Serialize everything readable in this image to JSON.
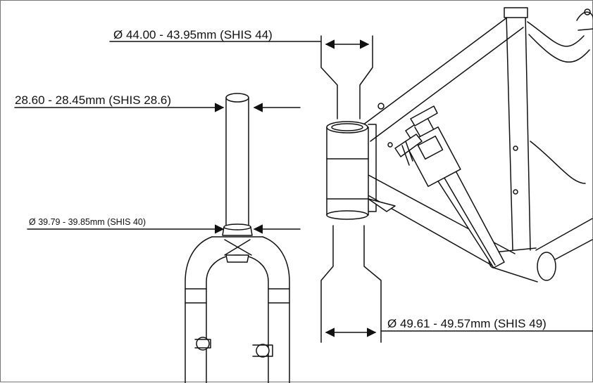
{
  "colors": {
    "stroke": "#111111",
    "fill": "#ffffff",
    "band": "#d9d9d9",
    "background": "#ffffff",
    "border": "#777777"
  },
  "labels": {
    "head_tube_id": "Ø 44.00 - 43.95mm (SHIS 44)",
    "steerer_od": "28.60 - 28.45mm (SHIS 28.6)",
    "crown_race": "Ø 39.79 - 39.85mm (SHIS 40)",
    "lower_cup_id": "Ø 49.61 - 49.57mm (SHIS 49)"
  },
  "icons": {
    "arrow": "double-arrow-icon",
    "pointer": "pointer-arrow-icon",
    "caliper": "caliper-icon"
  }
}
